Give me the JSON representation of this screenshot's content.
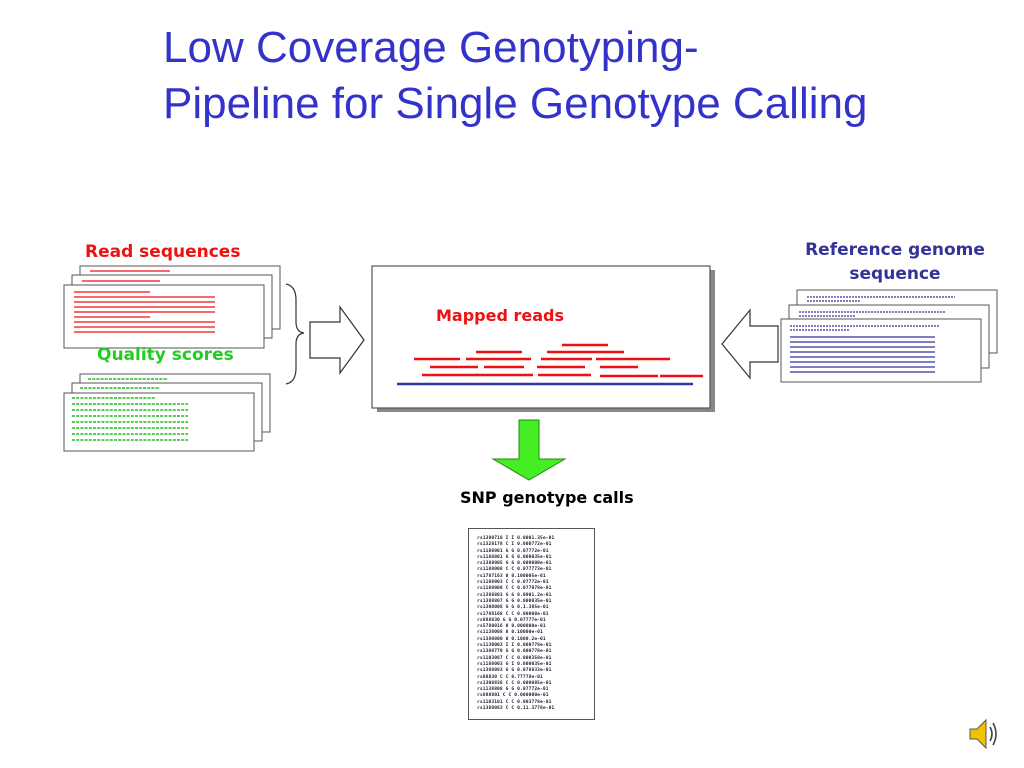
{
  "title": {
    "line1": "Low Coverage Genotyping-",
    "line2": "Pipeline for Single Genotype Calling"
  },
  "inputs": {
    "read_sequences_label": "Read sequences",
    "quality_scores_label": "Quality scores",
    "reference_label_line1": "Reference genome",
    "reference_label_line2": "sequence"
  },
  "mapping": {
    "mapped_reads_label": "Mapped reads"
  },
  "output": {
    "snp_label": "SNP genotype  calls",
    "snp_lines": [
      "rs1380718 I I 0.0001.35e-01",
      "rs1328178 C I 0.000772e-01",
      "rs1188901 G G 0.07772e-01",
      "rs1188801 G G 0.000035e-01",
      "rs1388005 G G 0.000000e-01",
      "rs1188008 C C 0.077773e-01",
      "rs1787163 0 0.100005e-01",
      "rs1188903 C C 0.07772e-01",
      "rs1188908 C C 0.077078e-01",
      "rs1388803 G G 0.0001.2e-01",
      "rs1388807 G G 0.000035e-01",
      "rs1308008 G G 0.1.385e-01",
      "rs1788168 C C 0.00008e-01",
      "rs888830 G G 0.07777e-01",
      "rs5780016 0 0.000000e-01",
      "rs1138008 0 0.10000e-01",
      "rs1380800 0 0.1000.2e-01",
      "rs1130003 I I 0.000778e-01",
      "rs1388770 G G 0.000778e-01",
      "rs1103087 C C 0.000358e-01",
      "rs1188003 G I 0.000035e-01",
      "rs1388083 G G 0.078833e-01",
      "rs88830 C C 0.77778e-01",
      "rs1308838 C C 0.000085e-01",
      "rs1138808 G G 0.07772e-01",
      "rs888801 C C 0.000000e-01",
      "rs1103101 C C 0.003778e-01",
      "rs1388083 C C 0.11.3778e-01"
    ]
  },
  "colors": {
    "title": "#3333cc",
    "reads": "#ee1111",
    "quality": "#22cc22",
    "reference": "#333399",
    "arrow_fill": "#44ee22"
  },
  "icons": {
    "speaker": "speaker-icon"
  }
}
